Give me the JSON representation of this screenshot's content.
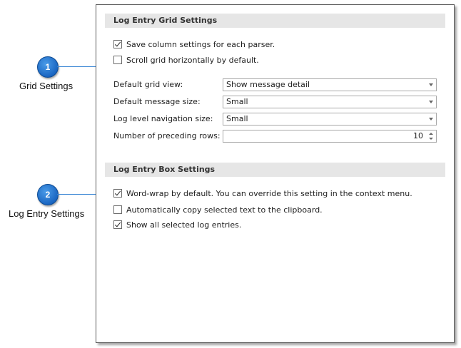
{
  "grid_section": {
    "title": "Log Entry Grid Settings",
    "checkboxes": [
      {
        "label": "Save column settings for each parser.",
        "checked": true
      },
      {
        "label": "Scroll grid horizontally by default.",
        "checked": false
      }
    ],
    "fields": [
      {
        "label": "Default grid view:",
        "value": "Show message detail"
      },
      {
        "label": "Default message size:",
        "value": "Small"
      },
      {
        "label": "Log level navigation size:",
        "value": "Small"
      },
      {
        "label": "Number of preceding rows:",
        "value": "10"
      }
    ]
  },
  "box_section": {
    "title": "Log Entry Box Settings",
    "checkboxes": [
      {
        "label": "Word-wrap by default.  You can override this setting in the context menu.",
        "checked": true
      },
      {
        "label": "Automatically copy selected text to the clipboard.",
        "checked": false
      },
      {
        "label": "Show all selected log entries.",
        "checked": true
      }
    ]
  },
  "callouts": [
    {
      "number": "1",
      "label": "Grid Settings"
    },
    {
      "number": "2",
      "label": "Log Entry Settings"
    }
  ],
  "colors": {
    "badge": "#1a66c2",
    "connector": "#3a86d4",
    "header_bg": "#e6e6e6"
  }
}
